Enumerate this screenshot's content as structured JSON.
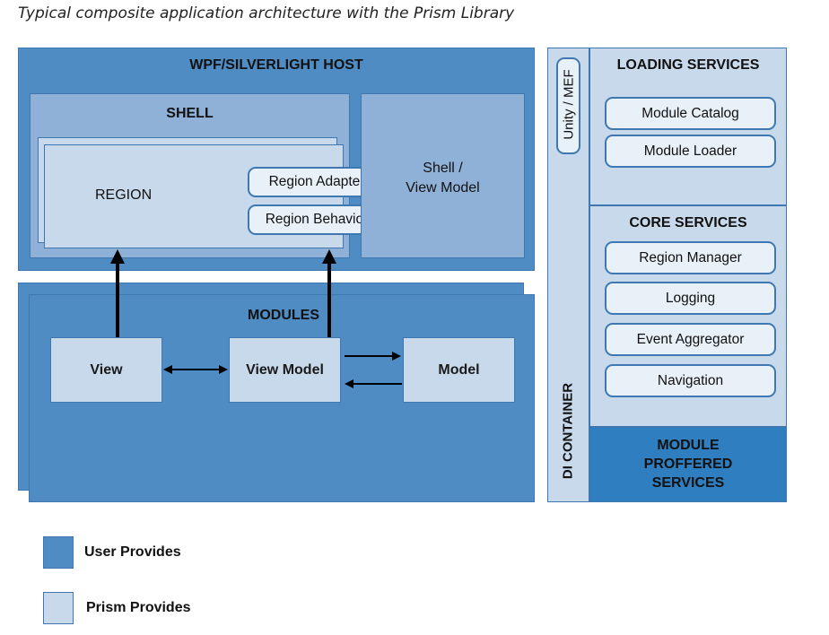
{
  "caption": "Typical composite application architecture with the Prism Library",
  "host": {
    "title": "WPF/SILVERLIGHT HOST"
  },
  "shell": {
    "title": "SHELL",
    "region": "REGION",
    "region_adapter": "Region Adapter",
    "region_behavior": "Region Behavior",
    "shell_view_model_line1": "Shell /",
    "shell_view_model_line2": "View Model"
  },
  "modules": {
    "title": "MODULES",
    "view": "View",
    "view_model": "View Model",
    "model": "Model"
  },
  "di": {
    "unity_mef": "Unity / MEF",
    "container": "DI CONTAINER"
  },
  "loading": {
    "title": "LOADING SERVICES",
    "items": [
      "Module Catalog",
      "Module Loader"
    ]
  },
  "core": {
    "title": "CORE SERVICES",
    "items": [
      "Region Manager",
      "Logging",
      "Event Aggregator",
      "Navigation"
    ]
  },
  "proffered": {
    "line1": "MODULE",
    "line2": "PROFFERED",
    "line3": "SERVICES"
  },
  "legend": [
    {
      "label": "User Provides",
      "color": "#4f8cc4"
    },
    {
      "label": "Prism Provides",
      "color": "#c9d9ec"
    }
  ],
  "colors": {
    "user": "#4f8cc4",
    "prism": "#c9d9ec",
    "border": "#3f78b0"
  }
}
